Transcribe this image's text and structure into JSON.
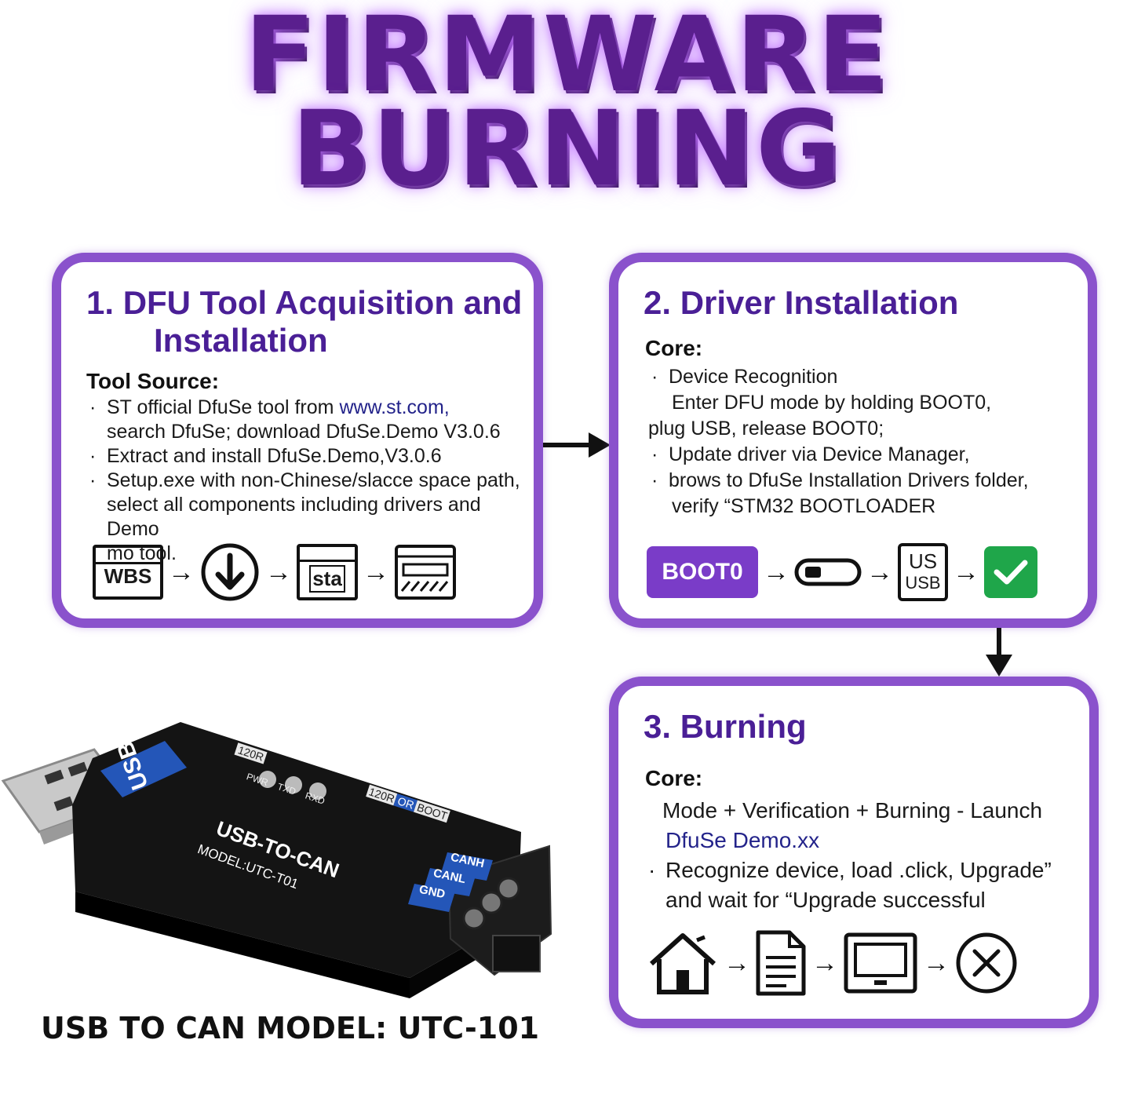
{
  "title": {
    "line1": "FIRMWARE",
    "line2": "BURNING"
  },
  "step1": {
    "heading_line1": "1. DFU Tool Acquisition and",
    "heading_line2": "Installation",
    "subheading": "Tool Source:",
    "bullet1_a": "ST official DfuSe tool from ",
    "bullet1_link": "www.st.com,",
    "bullet1_b": "search DfuSe; download DfuSe.Demo V3.0.6",
    "bullet2": "Extract and install DfuSe.Demo,V3.0.6",
    "bullet3_a": "Setup.exe with non-Chinese/slacce space path,",
    "bullet3_b": "select all components including drivers and Demo",
    "bullet3_c": "mo tool.",
    "icon1_text": "WBS",
    "icon3_text": "sta"
  },
  "step2": {
    "heading": "2. Driver Installation",
    "subheading": "Core:",
    "line1": "Device Recognition",
    "line2": "Enter DFU mode by holding BOOT0,",
    "line3": "plug USB, release BOOT0;",
    "line4": "Update driver via Device Manager,",
    "line5": "brows to DfuSe Installation Drivers folder,",
    "line6": "verify “STM32 BOOTLOADER",
    "boot_label": "BOOT0",
    "usb_line1": "US",
    "usb_line2": "USB"
  },
  "step3": {
    "heading": "3. Burning",
    "subheading": "Core:",
    "line1": "Mode + Verification + Burning - Launch",
    "line2": "DfuSe Demo.xx",
    "line3": "Recognize device, load .click, Upgrade”",
    "line4": "and wait for “Upgrade successful"
  },
  "device": {
    "usb_label": "USB",
    "r120_top": "120R",
    "leds": [
      "PWR",
      "TXD",
      "RXD"
    ],
    "jumper_a": "120R",
    "jumper_b": "OR",
    "jumper_c": "BOOT",
    "name": "USB-TO-CAN",
    "model": "MODEL:UTC-T01",
    "pins": [
      "CANH",
      "CANL",
      "GND"
    ]
  },
  "caption": "USB TO CAN MODEL: UTC-101",
  "colors": {
    "accent_purple": "#8a52cc",
    "heading_purple": "#4a1f96",
    "title_purple": "#5a1f8e",
    "check_green": "#1fa64a",
    "device_black": "#141414",
    "device_blue": "#2456b8"
  }
}
